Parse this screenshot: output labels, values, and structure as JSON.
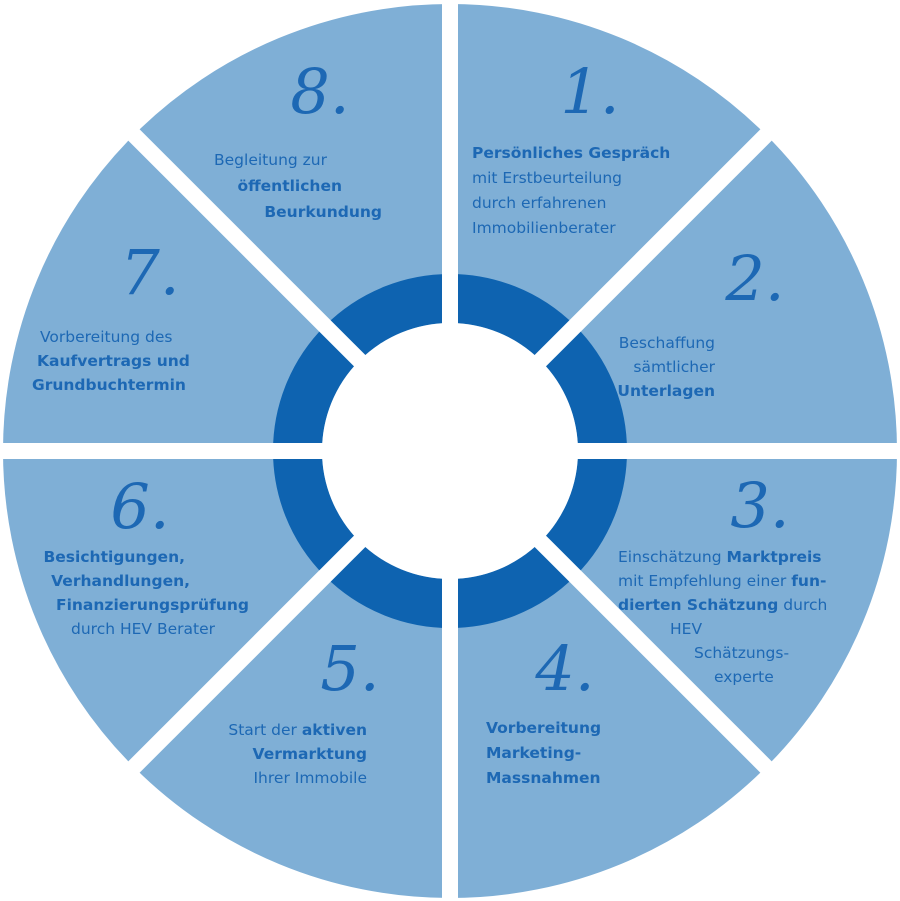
{
  "colors": {
    "segment": "#7fafd6",
    "ring": "#0e63b0",
    "text": "#1d68b4",
    "background": "#ffffff"
  },
  "steps": [
    {
      "number": "1.",
      "lines": [
        [
          {
            "text": "Persönliches Gespräch",
            "bold": true
          }
        ],
        [
          {
            "text": "mit Erstbeurteilung",
            "bold": false
          }
        ],
        [
          {
            "text": "durch erfahrenen",
            "bold": false
          }
        ],
        [
          {
            "text": "Immobilienberater",
            "bold": false
          }
        ]
      ]
    },
    {
      "number": "2.",
      "lines": [
        [
          {
            "text": "Beschaffung",
            "bold": false
          }
        ],
        [
          {
            "text": "sämtlicher",
            "bold": false
          }
        ],
        [
          {
            "text": "Unterlagen",
            "bold": true
          }
        ]
      ]
    },
    {
      "number": "3.",
      "lines": [
        [
          {
            "text": "Einschätzung ",
            "bold": false
          },
          {
            "text": "Marktpreis",
            "bold": true
          }
        ],
        [
          {
            "text": "mit Empfehlung einer ",
            "bold": false
          },
          {
            "text": "fun-",
            "bold": true
          }
        ],
        [
          {
            "text": "dierten Schätzung",
            "bold": true
          },
          {
            "text": "  durch",
            "bold": false
          }
        ],
        [
          {
            "text": "HEV",
            "bold": false
          }
        ],
        [
          {
            "text": "Schätzungs-",
            "bold": false
          }
        ],
        [
          {
            "text": "experte",
            "bold": false
          }
        ]
      ]
    },
    {
      "number": "4.",
      "lines": [
        [
          {
            "text": "Vorbereitung",
            "bold": true
          }
        ],
        [
          {
            "text": "Marketing-",
            "bold": true
          }
        ],
        [
          {
            "text": "Massnahmen",
            "bold": true
          }
        ]
      ]
    },
    {
      "number": "5.",
      "lines": [
        [
          {
            "text": "Start der ",
            "bold": false
          },
          {
            "text": "aktiven",
            "bold": true
          }
        ],
        [
          {
            "text": "Vermarktung",
            "bold": true
          }
        ],
        [
          {
            "text": "Ihrer Immobile",
            "bold": false
          }
        ]
      ]
    },
    {
      "number": "6.",
      "lines": [
        [
          {
            "text": "Besichtigungen,",
            "bold": true
          }
        ],
        [
          {
            "text": "Verhandlungen,",
            "bold": true
          }
        ],
        [
          {
            "text": "Finanzierungsprüfung",
            "bold": true
          }
        ],
        [
          {
            "text": "durch HEV Berater",
            "bold": false
          }
        ]
      ]
    },
    {
      "number": "7.",
      "lines": [
        [
          {
            "text": "Vorbereitung des",
            "bold": false
          }
        ],
        [
          {
            "text": "Kaufvertrags und",
            "bold": true
          }
        ],
        [
          {
            "text": "Grundbuchtermin",
            "bold": true
          }
        ]
      ]
    },
    {
      "number": "8.",
      "lines": [
        [
          {
            "text": "Begleitung zur",
            "bold": false
          }
        ],
        [
          {
            "text": "öffentlichen",
            "bold": true
          }
        ],
        [
          {
            "text": "Beurkundung",
            "bold": true
          }
        ]
      ]
    }
  ]
}
